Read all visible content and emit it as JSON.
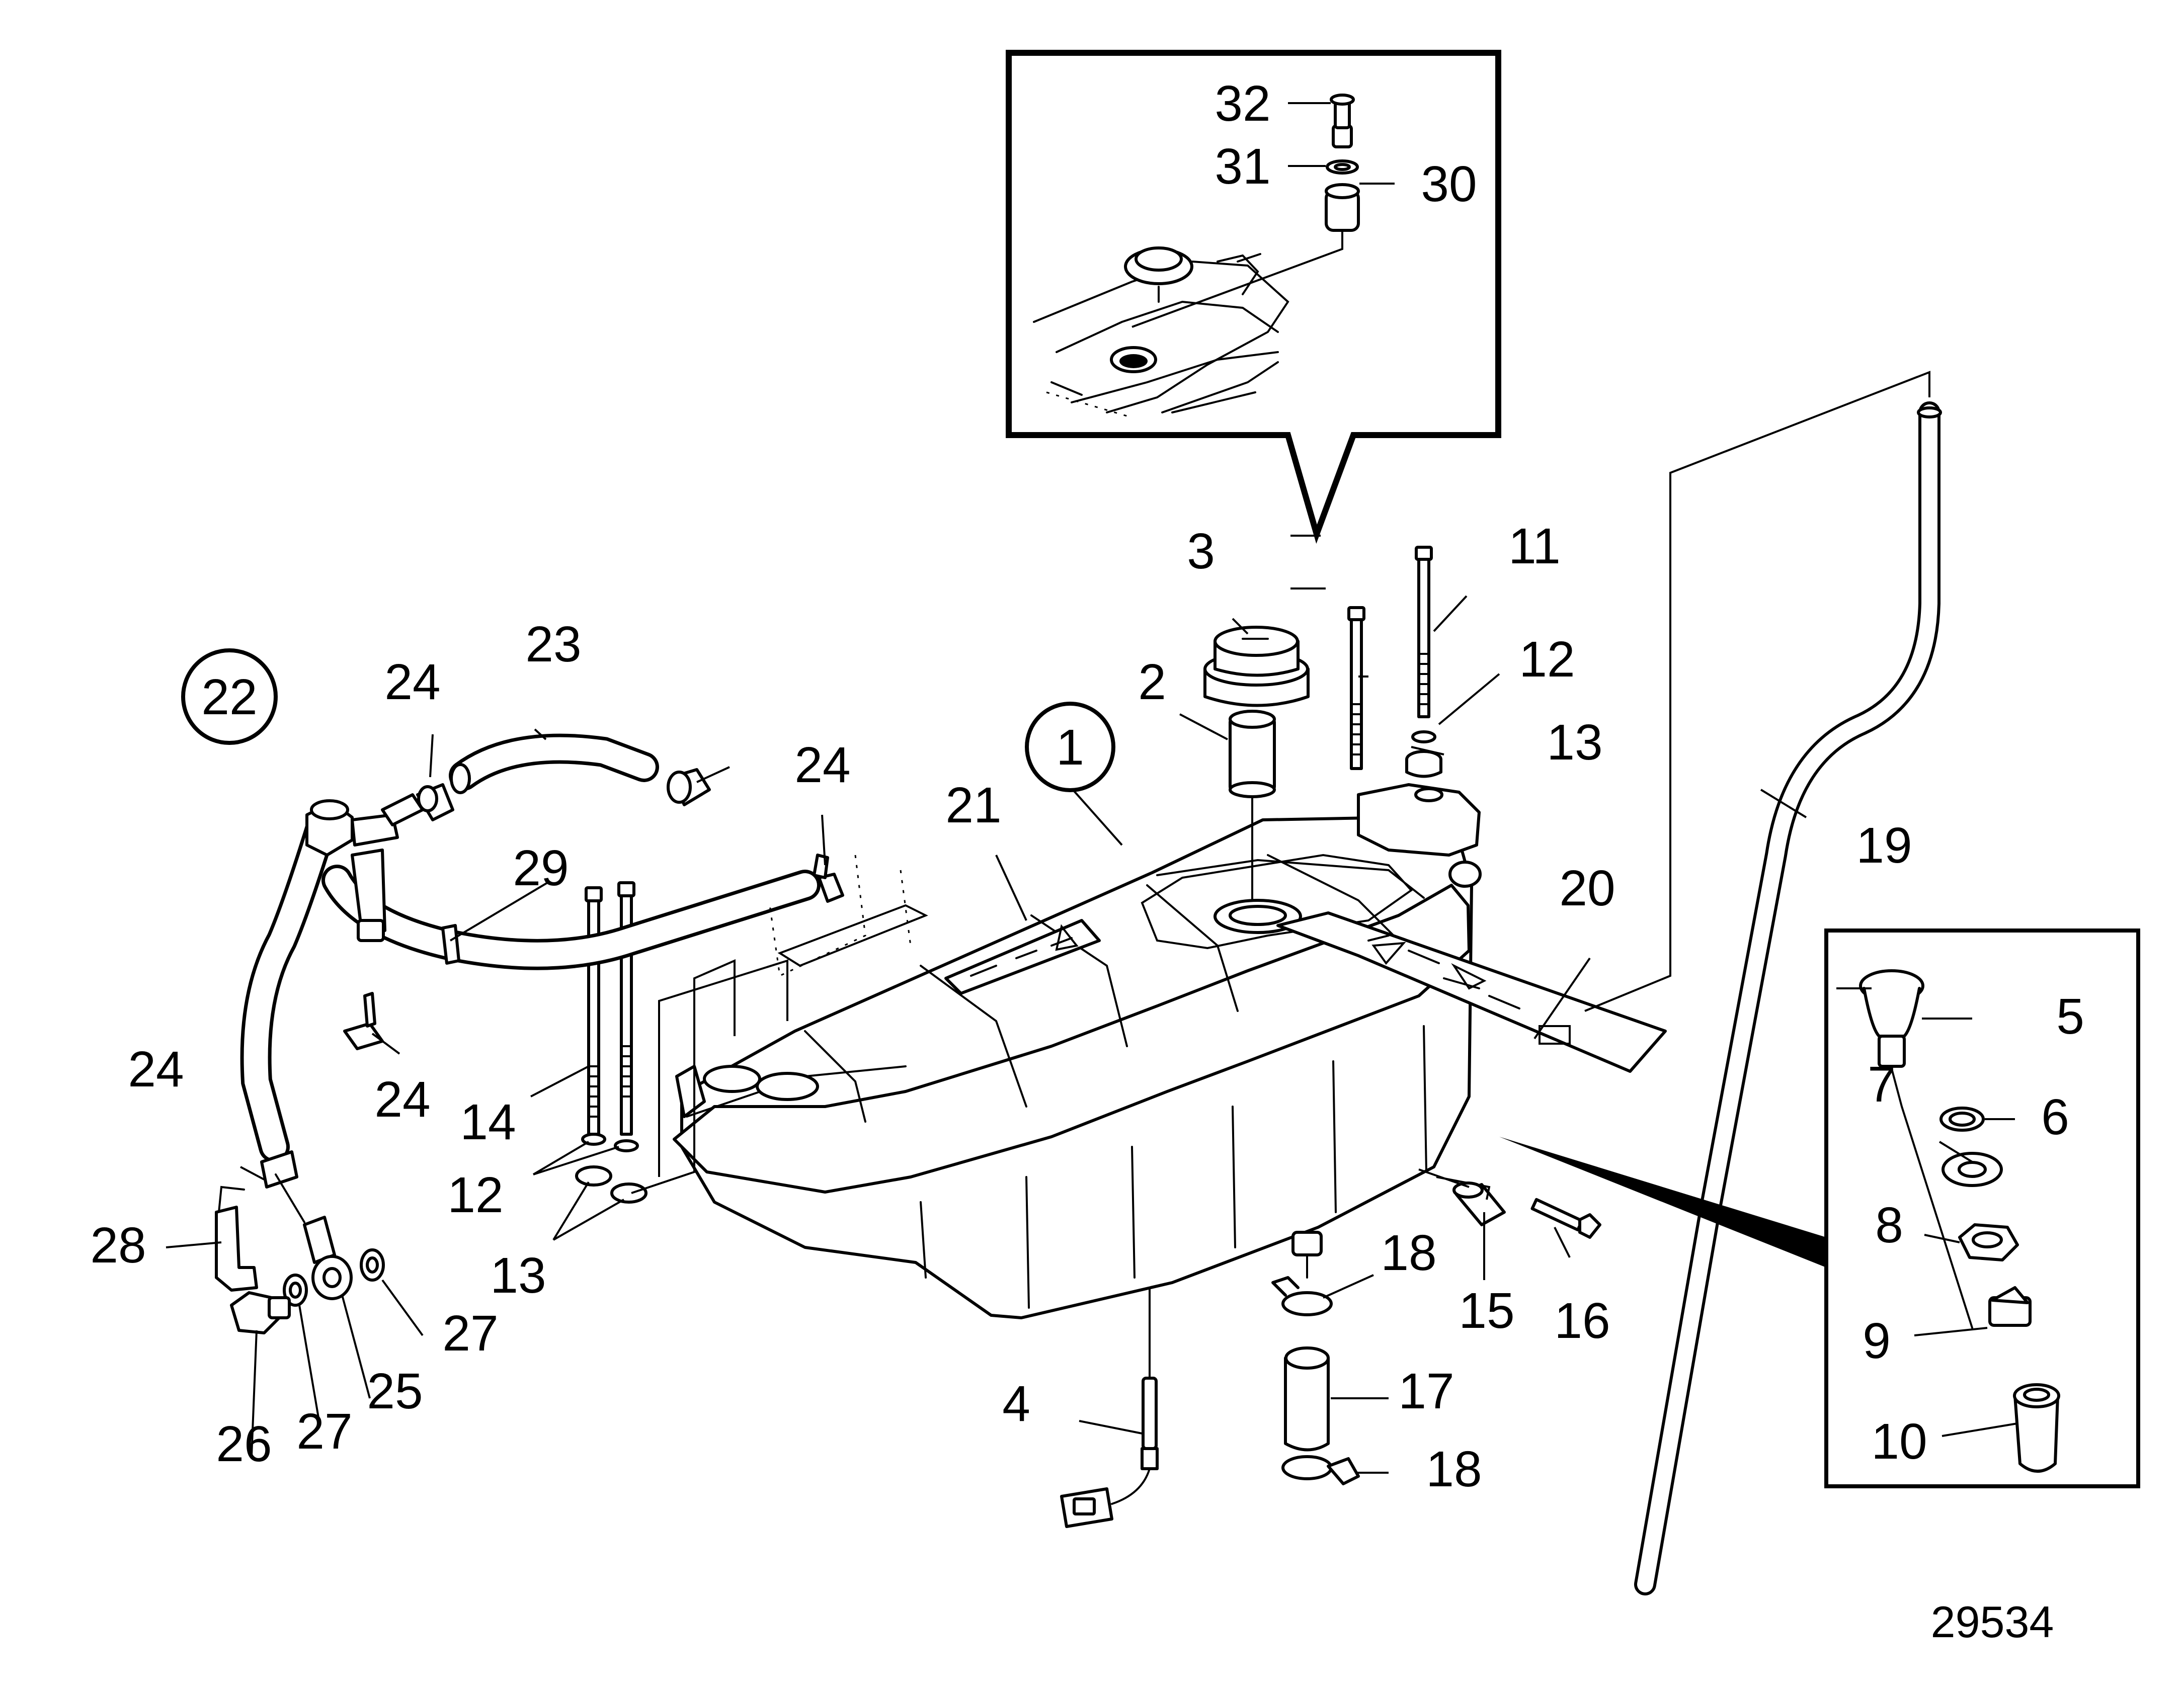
{
  "drawing_number": "29534",
  "callouts": [
    {
      "id": "c1",
      "text": "1"
    },
    {
      "id": "c2",
      "text": "2"
    },
    {
      "id": "c3",
      "text": "3"
    },
    {
      "id": "c4",
      "text": "4"
    },
    {
      "id": "c5",
      "text": "5"
    },
    {
      "id": "c6",
      "text": "6"
    },
    {
      "id": "c7",
      "text": "7"
    },
    {
      "id": "c8",
      "text": "8"
    },
    {
      "id": "c9",
      "text": "9"
    },
    {
      "id": "c10",
      "text": "10"
    },
    {
      "id": "c11",
      "text": "11"
    },
    {
      "id": "c12a",
      "text": "12"
    },
    {
      "id": "c12b",
      "text": "12"
    },
    {
      "id": "c13a",
      "text": "13"
    },
    {
      "id": "c13b",
      "text": "13"
    },
    {
      "id": "c14",
      "text": "14"
    },
    {
      "id": "c15",
      "text": "15"
    },
    {
      "id": "c16",
      "text": "16"
    },
    {
      "id": "c17",
      "text": "17"
    },
    {
      "id": "c18a",
      "text": "18"
    },
    {
      "id": "c18b",
      "text": "18"
    },
    {
      "id": "c19",
      "text": "19"
    },
    {
      "id": "c20",
      "text": "20"
    },
    {
      "id": "c21",
      "text": "21"
    },
    {
      "id": "c22",
      "text": "22"
    },
    {
      "id": "c23",
      "text": "23"
    },
    {
      "id": "c24a",
      "text": "24"
    },
    {
      "id": "c24b",
      "text": "24"
    },
    {
      "id": "c24c",
      "text": "24"
    },
    {
      "id": "c24d",
      "text": "24"
    },
    {
      "id": "c25",
      "text": "25"
    },
    {
      "id": "c26",
      "text": "26"
    },
    {
      "id": "c27a",
      "text": "27"
    },
    {
      "id": "c27b",
      "text": "27"
    },
    {
      "id": "c28",
      "text": "28"
    },
    {
      "id": "c29",
      "text": "29"
    },
    {
      "id": "c30",
      "text": "30"
    },
    {
      "id": "c31",
      "text": "31"
    },
    {
      "id": "c32",
      "text": "32"
    }
  ]
}
